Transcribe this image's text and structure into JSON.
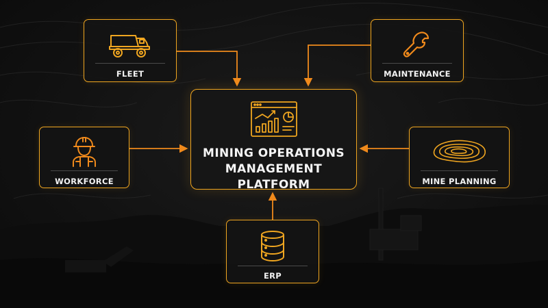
{
  "diagram": {
    "platform": {
      "line1": "MINING OPERATIONS",
      "line2": "MANAGEMENT PLATFORM",
      "icon": "dashboard-analytics-icon"
    },
    "nodes": [
      {
        "id": "fleet",
        "label": "FLEET",
        "icon": "haul-truck-icon"
      },
      {
        "id": "maintenance",
        "label": "MAINTENANCE",
        "icon": "wrench-icon"
      },
      {
        "id": "workforce",
        "label": "WORKFORCE",
        "icon": "hardhat-worker-icon"
      },
      {
        "id": "mine_planning",
        "label": "MINE PLANNING",
        "icon": "topographic-contour-icon"
      },
      {
        "id": "erp",
        "label": "ERP",
        "icon": "database-icon"
      }
    ],
    "edges": [
      {
        "from": "fleet",
        "to": "platform"
      },
      {
        "from": "maintenance",
        "to": "platform"
      },
      {
        "from": "workforce",
        "to": "platform"
      },
      {
        "from": "mine_planning",
        "to": "platform"
      },
      {
        "from": "erp",
        "to": "platform"
      }
    ]
  },
  "colors": {
    "accent": "#f0a620",
    "arrow": "#f08a1c",
    "background": "#121212",
    "text": "#f2f2f2"
  }
}
